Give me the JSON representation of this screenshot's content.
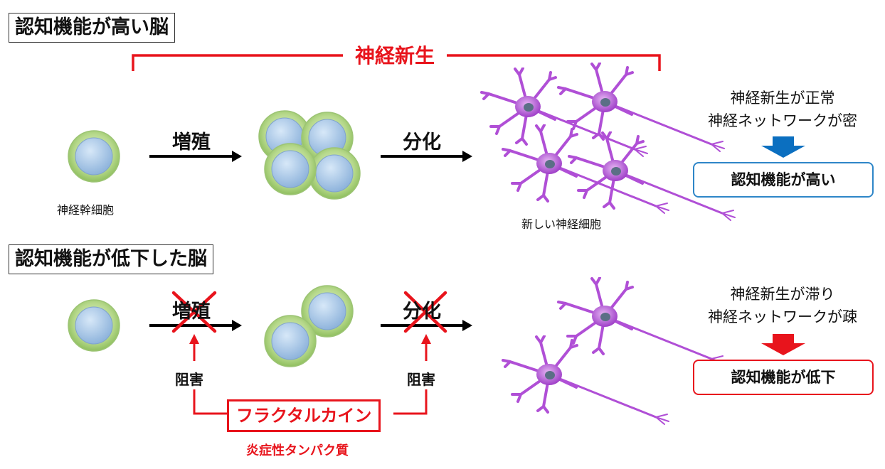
{
  "top": {
    "title": "認知機能が高い脳",
    "bracket_label": "神経新生",
    "stem_cell_label": "神経幹細胞",
    "step1_verb": "増殖",
    "step2_verb": "分化",
    "neuron_label": "新しい神経細胞",
    "status_line1": "神経新生が正常",
    "status_line2": "神経ネットワークが密",
    "result": "認知機能が高い"
  },
  "bottom": {
    "title": "認知機能が低下した脳",
    "step1_verb": "増殖",
    "step2_verb": "分化",
    "inhibit_label_1": "阻害",
    "inhibit_label_2": "阻害",
    "cause": "フラクタルカイン",
    "cause_note": "炎症性タンパク質",
    "status_line1": "神経新生が滞り",
    "status_line2": "神経ネットワークが疎",
    "result": "認知機能が低下"
  },
  "colors": {
    "red": "#e8141c",
    "blue_arrow": "#0b6fc0",
    "blue_box": "#2e86c8",
    "cell_inner": "#a9c8e8",
    "cell_outer": "#b7d98c",
    "neuron": "#b04fd6",
    "neuron_nucleus": "#5b6f86"
  }
}
